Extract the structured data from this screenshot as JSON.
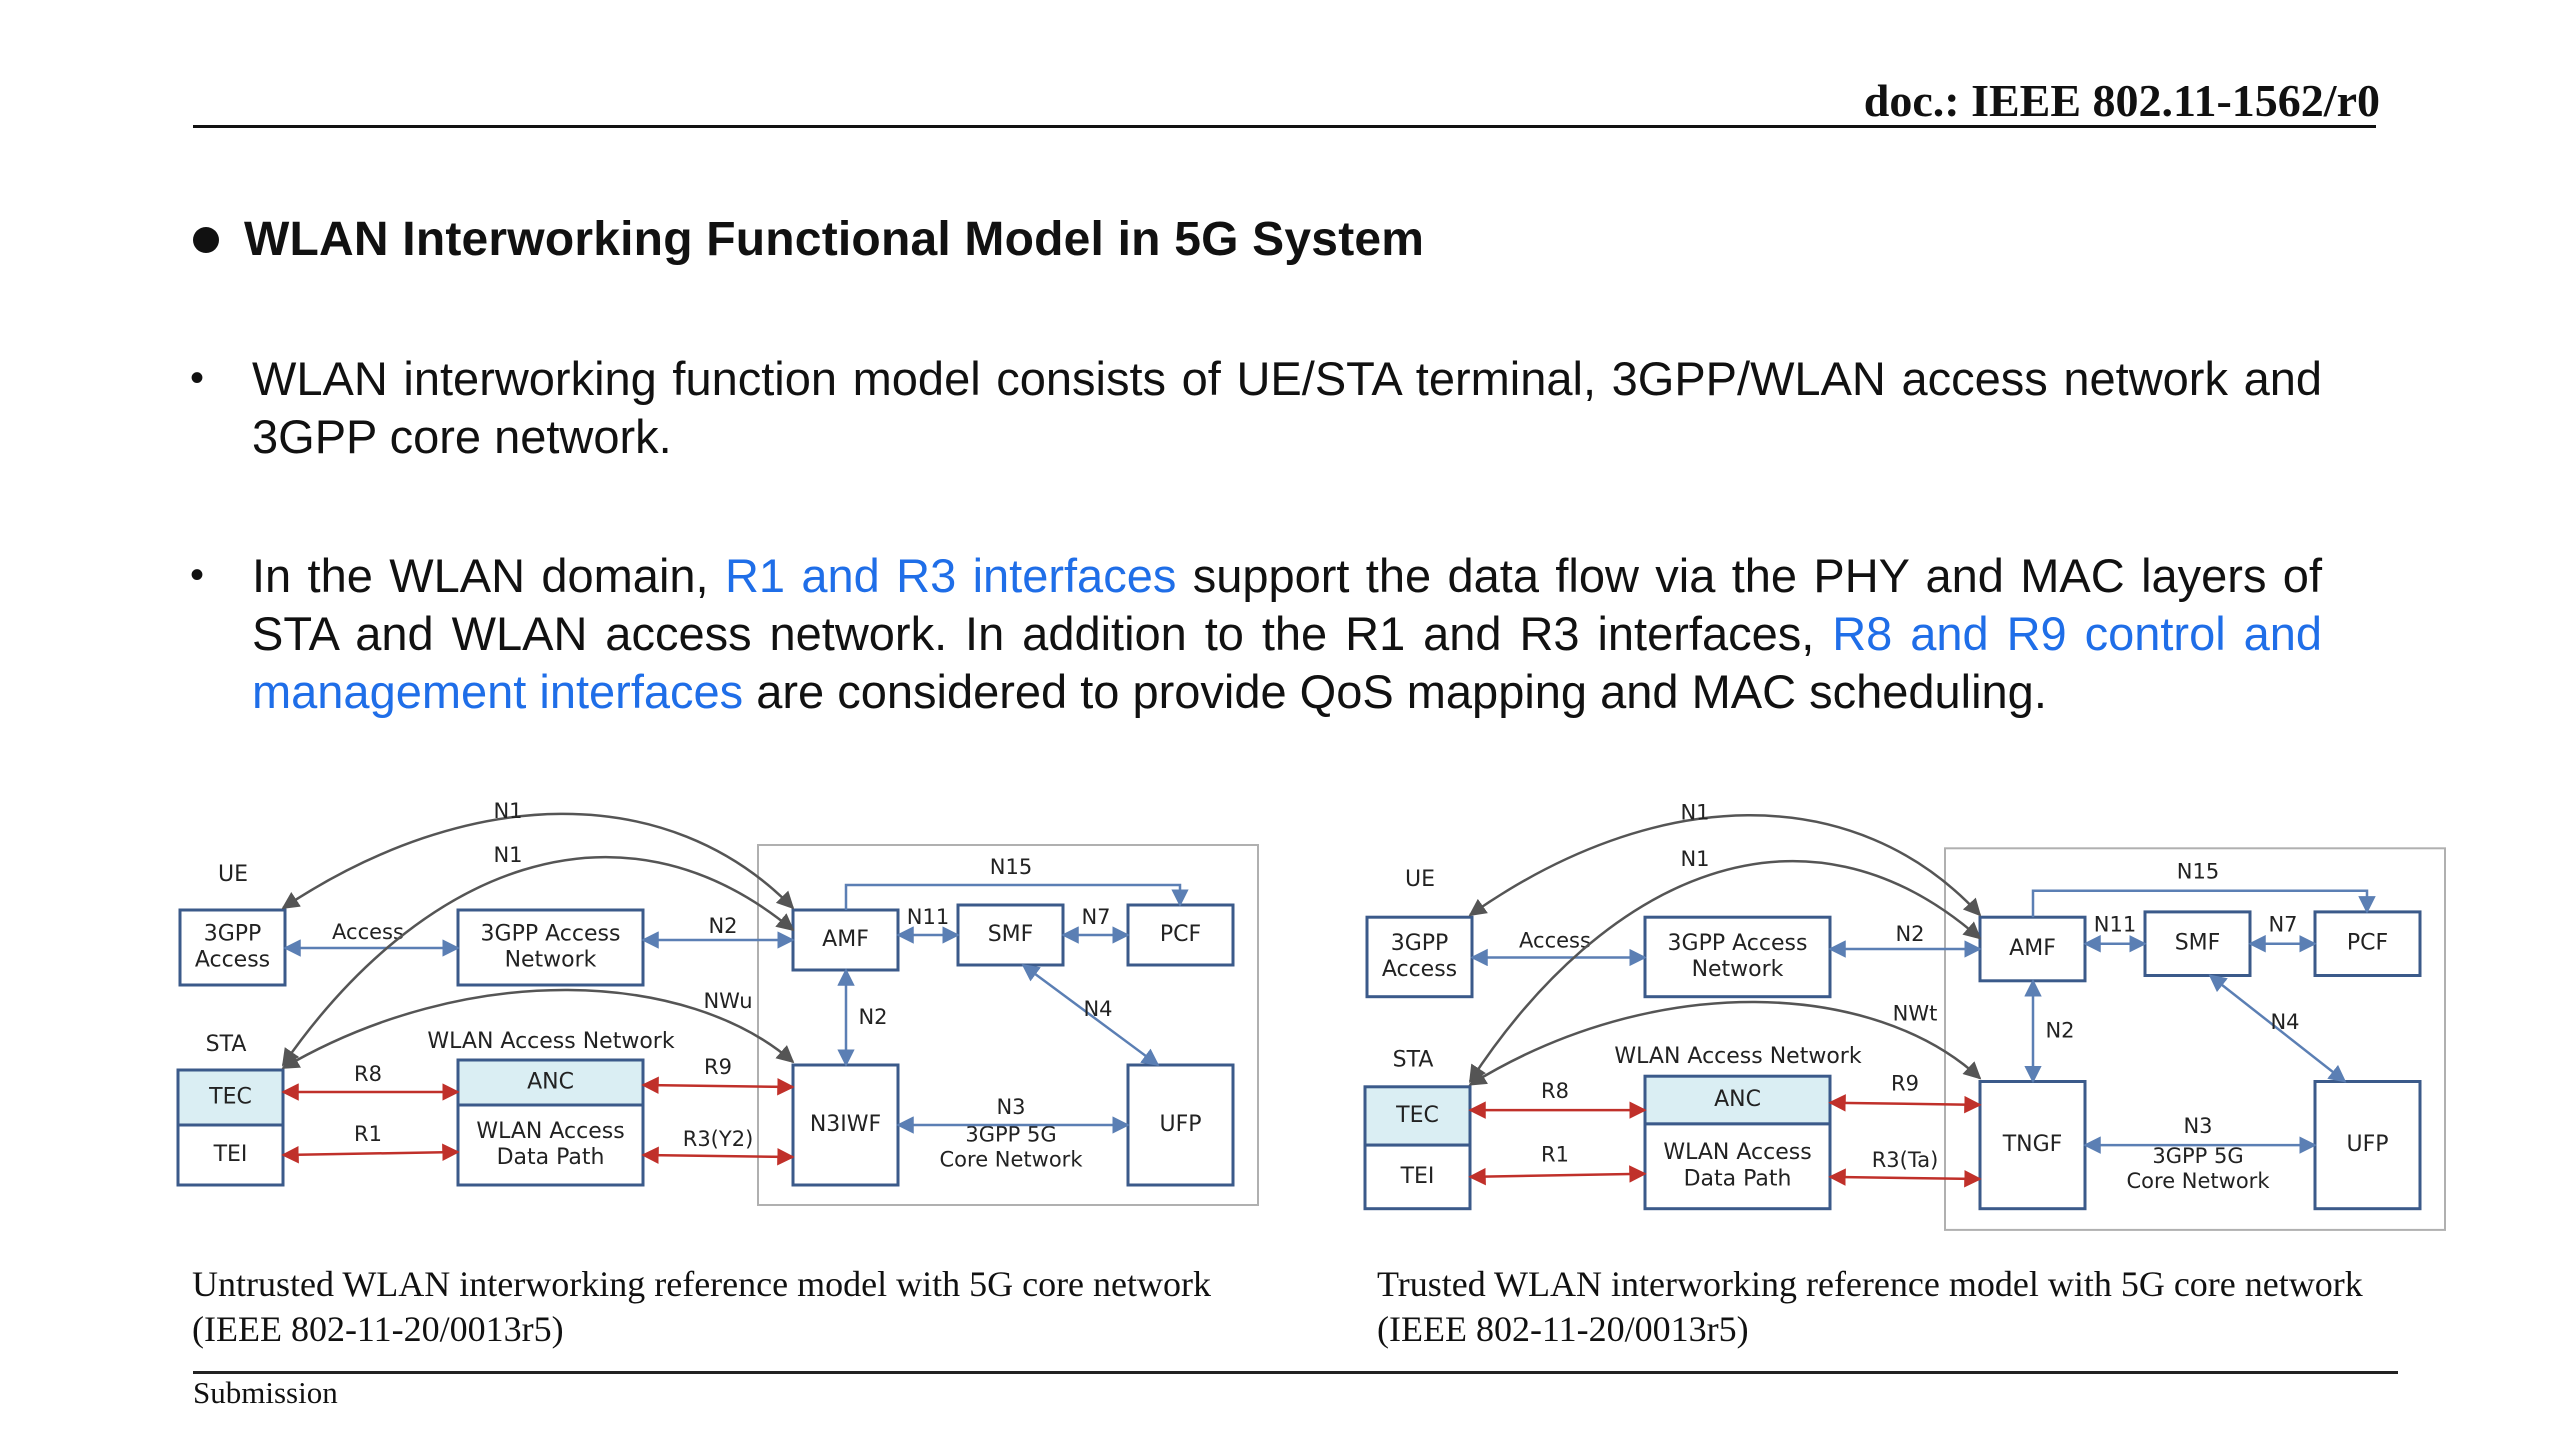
{
  "header": {
    "doc_id": "doc.: IEEE 802.11-1562/r0"
  },
  "heading": "WLAN Interworking Functional Model in 5G System",
  "paragraph1": "WLAN interworking function model consists of UE/STA terminal, 3GPP/WLAN access network and 3GPP core network.",
  "paragraph2": {
    "part1": "In the WLAN domain, ",
    "highlight1": "R1 and R3 interfaces",
    "part2": " support the data flow via the PHY and MAC layers of STA and WLAN access network. In addition to the R1 and R3 interfaces, ",
    "highlight2": "R8 and R9 control and management interfaces",
    "part3": " are considered to provide QoS mapping and MAC scheduling."
  },
  "colors": {
    "highlight": "#1f6ee8",
    "box_border": "#3b5a8a",
    "anc_fill": "#daeef3",
    "core_border": "#b0b0b0",
    "red_link": "#c0302a",
    "blue_link": "#5b7fb4"
  },
  "diagram_left": {
    "labels": {
      "ue": "UE",
      "sta": "STA",
      "wlan_network": "WLAN Access Network",
      "core_network": "3GPP 5G\nCore Network",
      "n1_top": "N1",
      "n1_mid": "N1",
      "n15": "N15",
      "n11": "N11",
      "n7": "N7",
      "n2_top": "N2",
      "n2_mid": "N2",
      "n4": "N4",
      "n3": "N3",
      "nwu": "NWu",
      "access": "Access",
      "r8": "R8",
      "r9": "R9",
      "r1": "R1",
      "r3": "R3(Y2)"
    },
    "boxes": {
      "ue_access": "3GPP\nAccess",
      "access_net": "3GPP Access\nNetwork",
      "amf": "AMF",
      "smf": "SMF",
      "pcf": "PCF",
      "iwf": "N3IWF",
      "upf": "UFP",
      "tec": "TEC",
      "tei": "TEI",
      "anc": "ANC",
      "wlan_dp": "WLAN Access\nData Path"
    }
  },
  "diagram_right": {
    "labels": {
      "ue": "UE",
      "sta": "STA",
      "wlan_network": "WLAN Access Network",
      "core_network": "3GPP 5G\nCore Network",
      "n1_top": "N1",
      "n1_mid": "N1",
      "n15": "N15",
      "n11": "N11",
      "n7": "N7",
      "n2_top": "N2",
      "n2_mid": "N2",
      "n4": "N4",
      "n3": "N3",
      "nwu": "NWt",
      "access": "Access",
      "r8": "R8",
      "r9": "R9",
      "r1": "R1",
      "r3": "R3(Ta)"
    },
    "boxes": {
      "ue_access": "3GPP\nAccess",
      "access_net": "3GPP Access\nNetwork",
      "amf": "AMF",
      "smf": "SMF",
      "pcf": "PCF",
      "iwf": "TNGF",
      "upf": "UFP",
      "tec": "TEC",
      "tei": "TEI",
      "anc": "ANC",
      "wlan_dp": "WLAN Access\nData Path"
    }
  },
  "captions": {
    "left": [
      "Untrusted WLAN interworking reference model with 5G core network",
      "(IEEE 802-11-20/0013r5)"
    ],
    "right": [
      "Trusted WLAN interworking reference model with 5G core network",
      "(IEEE 802-11-20/0013r5)"
    ]
  },
  "footer": "Submission"
}
